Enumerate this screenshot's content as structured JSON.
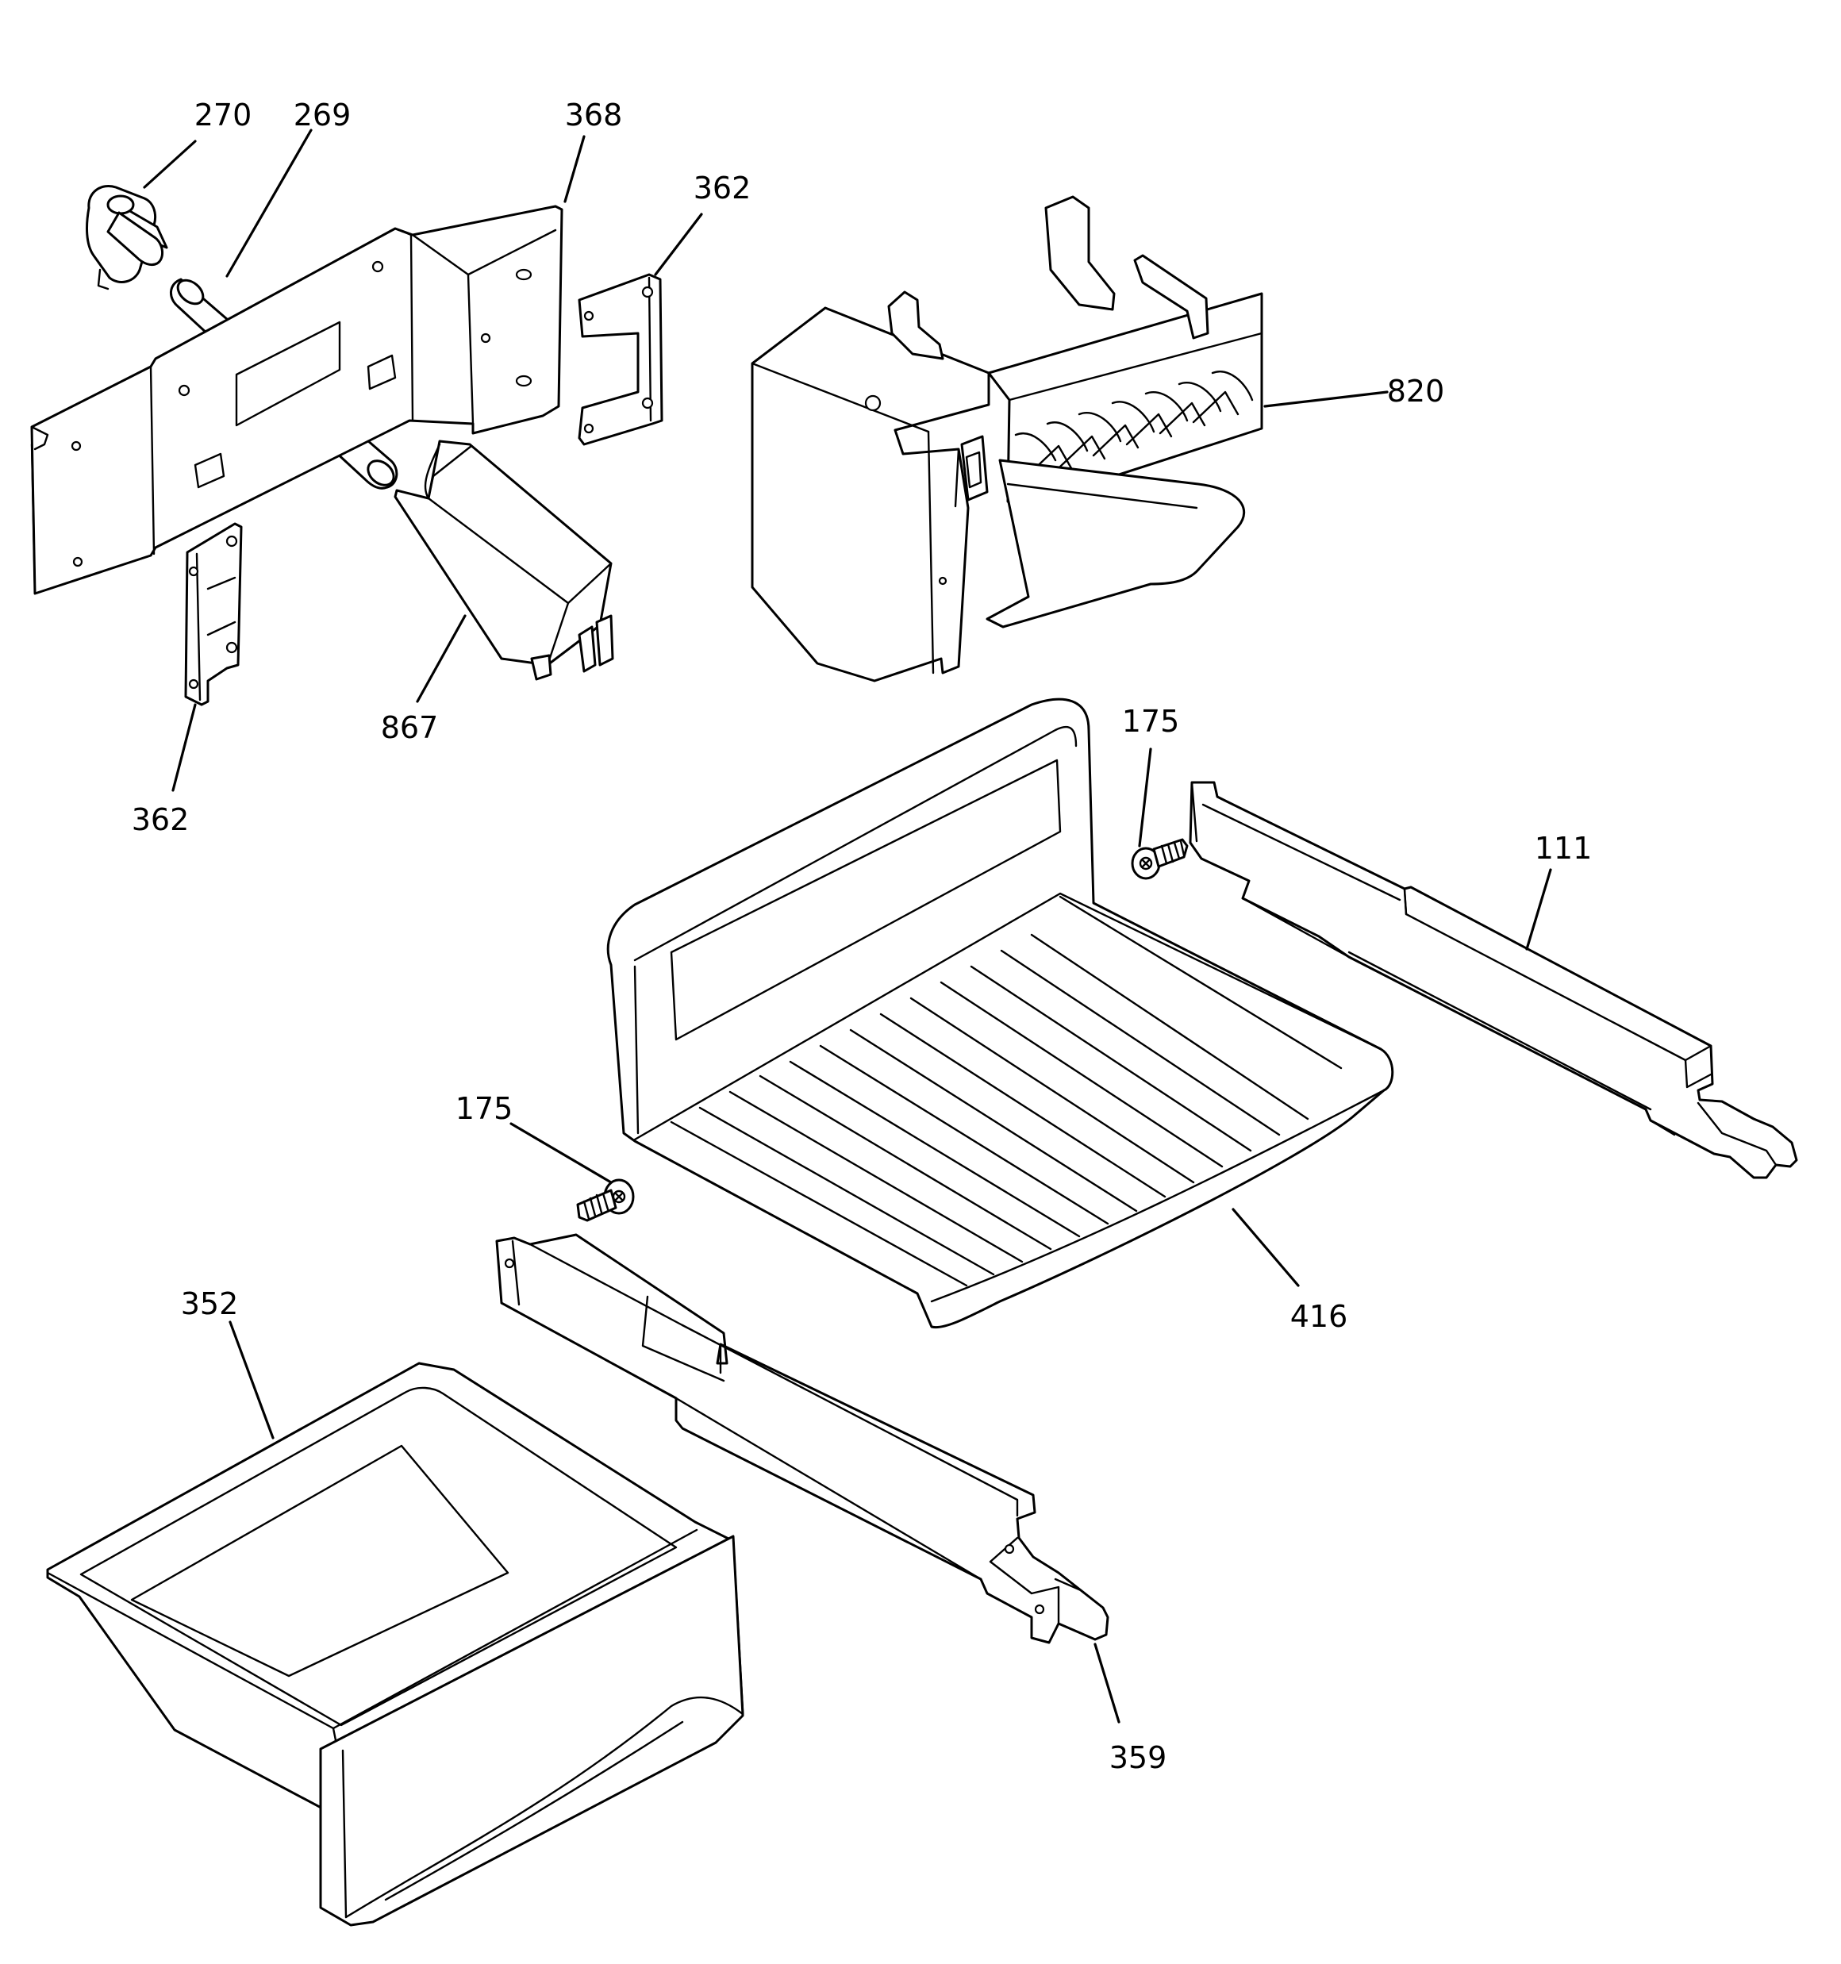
{
  "diagram": {
    "callouts": [
      {
        "id": "c270",
        "label": "270"
      },
      {
        "id": "c269",
        "label": "269"
      },
      {
        "id": "c368",
        "label": "368"
      },
      {
        "id": "c362a",
        "label": "362"
      },
      {
        "id": "c820",
        "label": "820"
      },
      {
        "id": "c867",
        "label": "867"
      },
      {
        "id": "c362b",
        "label": "362"
      },
      {
        "id": "c175a",
        "label": "175"
      },
      {
        "id": "c111",
        "label": "111"
      },
      {
        "id": "c175b",
        "label": "175"
      },
      {
        "id": "c352",
        "label": "352"
      },
      {
        "id": "c416",
        "label": "416"
      },
      {
        "id": "c359",
        "label": "359"
      }
    ]
  }
}
